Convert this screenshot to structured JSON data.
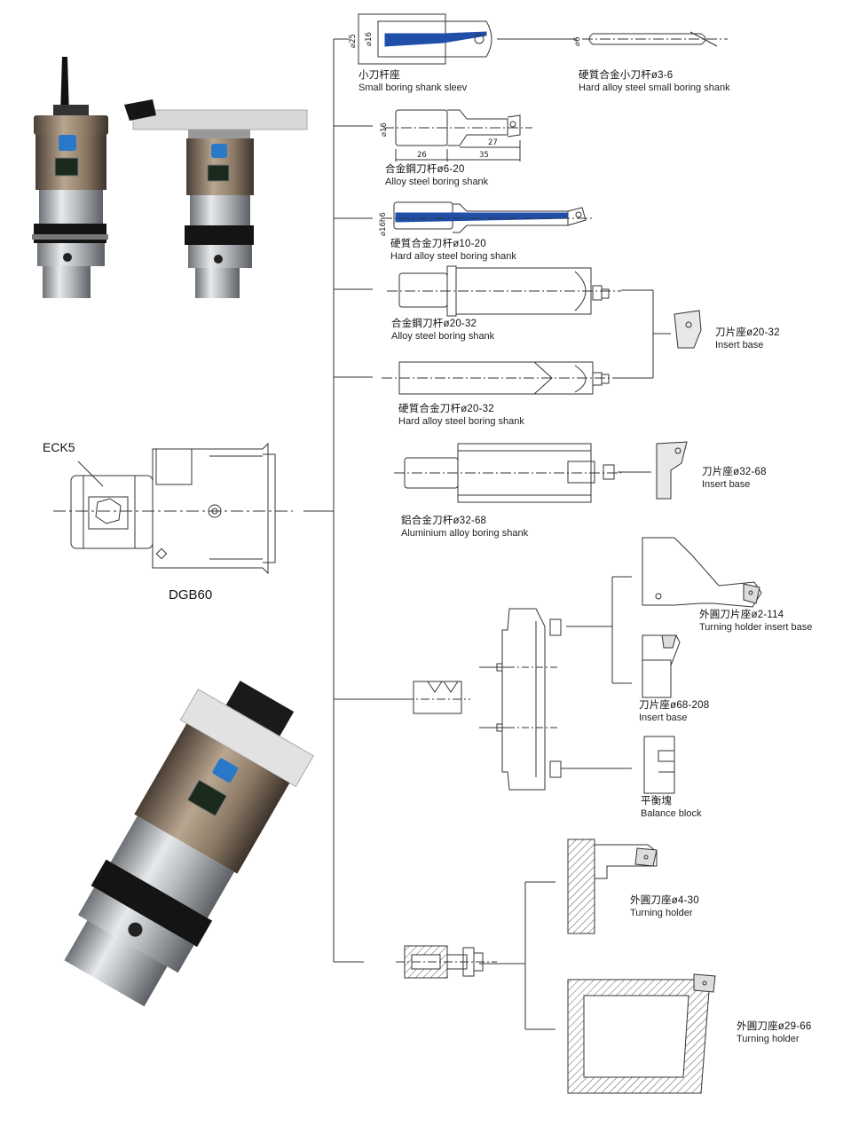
{
  "main_unit": {
    "name": "DGB60",
    "callout": "ECK5"
  },
  "dimensions": {
    "d25": "⌀25",
    "d16_a": "⌀16",
    "d6": "⌀6",
    "d16_b": "⌀16",
    "len26": "26",
    "len27": "27",
    "len35": "35",
    "d16h6": "⌀16h6"
  },
  "components": [
    {
      "id": "small-boring-shank-sleeve",
      "zh": "小刀杆座",
      "en": "Small boring shank sleev"
    },
    {
      "id": "hard-alloy-small-boring-shank",
      "zh": "硬質合金小刀杆ø3-6",
      "en": "Hard alloy steel small boring shank"
    },
    {
      "id": "alloy-steel-boring-shank-6-20",
      "zh": "合金鋼刀杆ø6-20",
      "en": "Alloy steel boring shank"
    },
    {
      "id": "hard-alloy-boring-shank-10-20",
      "zh": "硬質合金刀杆ø10-20",
      "en": "Hard alloy steel boring shank"
    },
    {
      "id": "alloy-steel-boring-shank-20-32",
      "zh": "合金鋼刀杆ø20-32",
      "en": "Alloy steel boring shank"
    },
    {
      "id": "insert-base-20-32",
      "zh": "刀片座ø20-32",
      "en": "Insert base"
    },
    {
      "id": "hard-alloy-boring-shank-20-32",
      "zh": "硬質合金刀杆ø20-32",
      "en": "Hard alloy steel boring shank"
    },
    {
      "id": "aluminium-boring-shank-32-68",
      "zh": "鋁合金刀杆ø32-68",
      "en": "Aluminium alloy boring shank"
    },
    {
      "id": "insert-base-32-68",
      "zh": "刀片座ø32-68",
      "en": "Insert base"
    },
    {
      "id": "turning-holder-insert-base",
      "zh": "外圓刀片座ø2-114",
      "en": "Turning holder insert base"
    },
    {
      "id": "insert-base-68-208",
      "zh": "刀片座ø68-208",
      "en": "Insert base"
    },
    {
      "id": "balance-block",
      "zh": "平衡塊",
      "en": "Balance block"
    },
    {
      "id": "turning-holder-4-30",
      "zh": "外圓刀座ø4-30",
      "en": "Turning holder"
    },
    {
      "id": "turning-holder-29-66",
      "zh": "外圓刀座ø29-66",
      "en": "Turning holder"
    }
  ],
  "colors": {
    "line": "#333333",
    "coolant_channel": "#1f4fa8",
    "metal": "#b8bcc0",
    "accent_blue": "#2a78c8"
  }
}
